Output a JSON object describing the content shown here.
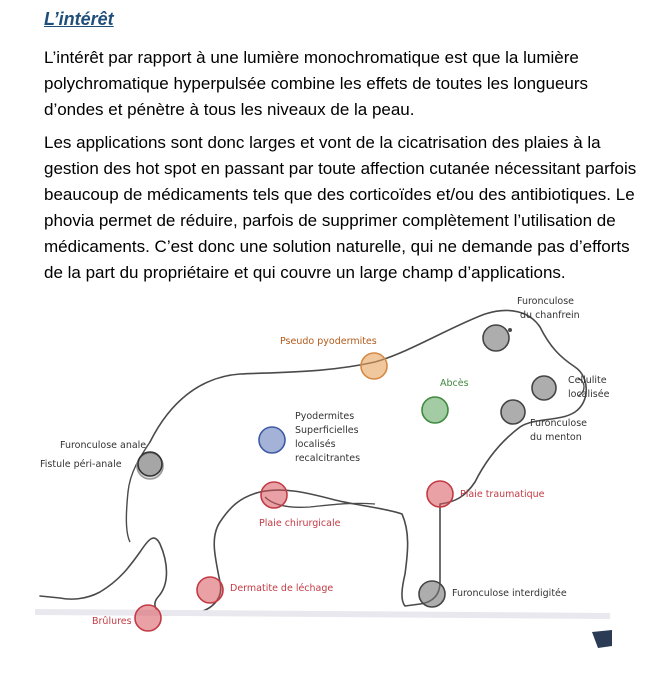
{
  "heading": "L’intérêt",
  "paragraph1": "L’intérêt par rapport à une lumière monochromatique est que la lumière polychromatique hyperpulsée combine les effets de toutes les longueurs d’ondes et pénètre à tous les niveaux de la peau.",
  "paragraph2": "Les applications sont donc larges et vont de la cicatrisation des plaies à la gestion des hot spot en passant par toute affection cutanée nécessitant parfois beaucoup de médicaments tels que des corticoïdes et/ou des antibiotiques. Le phovia permet de réduire, parfois de supprimer complètement l’utilisation de médicaments. C’est donc une solution naturelle, qui ne demande pas d’efforts de la part du propriétaire et qui couvre un large champ d’applications.",
  "figure": {
    "labels": {
      "furunculose_chanfrein_1": "Furonculose",
      "furunculose_chanfrein_2": "du chanfrein",
      "pseudo_pyodermites": "Pseudo pyodermites",
      "abces": "Abcès",
      "cellulite_1": "Cellulite",
      "cellulite_2": "localisée",
      "furunculose_menton_1": "Furonculose",
      "furunculose_menton_2": "du menton",
      "pyodermites_1": "Pyodermites",
      "pyodermites_2": "Superficielles",
      "pyodermites_3": "localisés",
      "pyodermites_4": "recalcitrantes",
      "furunculose_anale": "Furonculose anale",
      "fistule_peri_anale": "Fistule péri-anale",
      "plaie_traumatique": "Plaie traumatique",
      "plaie_chirurgicale": "Plaie chirurgicale",
      "dermatite_lechage": "Dermatite de léchage",
      "furunculose_interdigitee": "Furonculose interdigitée",
      "brulures": "Brûlures"
    },
    "colors": {
      "orange": "#e8a15c",
      "green": "#5aa35a",
      "blue": "#5a72b8",
      "red": "#d9535c",
      "dark": "#555555",
      "light": "#bbbbbb",
      "label_text": "#333333",
      "label_accent": "#b35a1a"
    }
  }
}
